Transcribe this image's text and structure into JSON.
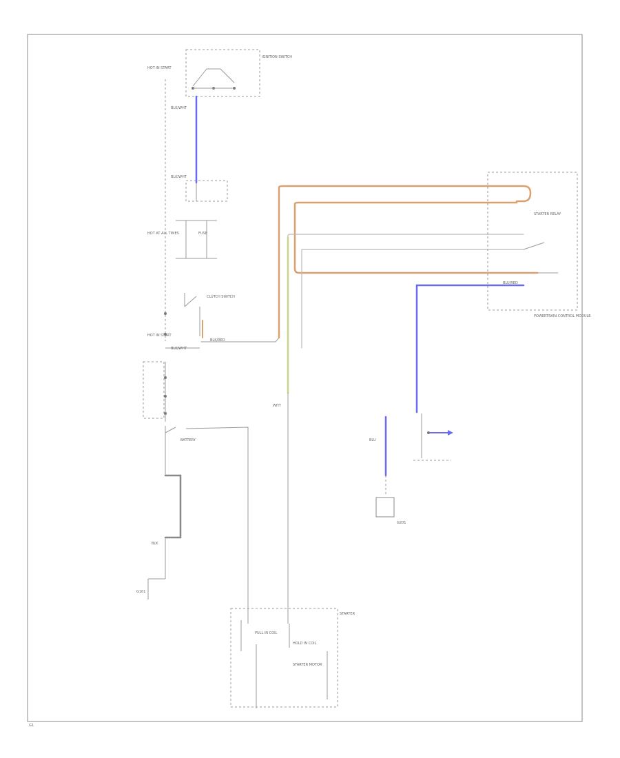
{
  "colors": {
    "frame": "#888888",
    "wire_gray": "#aaaaaa",
    "wire_blue": "#6b6bf0",
    "wire_orange": "#d9a070",
    "wire_yellow_green": "#c9d48a",
    "text": "#666666"
  },
  "labels": {
    "ignition_switch": "IGNITION SWITCH",
    "hot_in_start_top": "HOT IN START",
    "hot_at_all_times": "HOT AT ALL TIMES",
    "hot_in_start_mid": "HOT IN START",
    "fuse": "FUSE",
    "clutch_switch": "CLUTCH SWITCH",
    "starter_relay": "STARTER RELAY",
    "powertrain_control_module": "POWERTRAIN CONTROL MODULE",
    "starter": "STARTER",
    "pull_in_coil": "PULL IN COIL",
    "hold_in_coil": "HOLD IN COIL",
    "starter_motor": "STARTER MOTOR",
    "battery": "BATTERY",
    "ground_g101": "G101",
    "ground_g201": "G201",
    "wire_blk_wht_a": "BLK/WHT",
    "wire_blk_wht_b": "BLK/WHT",
    "wire_blk_wht_c": "BLK/WHT",
    "wire_blk": "BLK",
    "wire_blk_red": "BLK/RED",
    "wire_wht": "WHT",
    "wire_blu_red": "BLU/RED",
    "wire_blu": "BLU",
    "footer": "G1"
  }
}
